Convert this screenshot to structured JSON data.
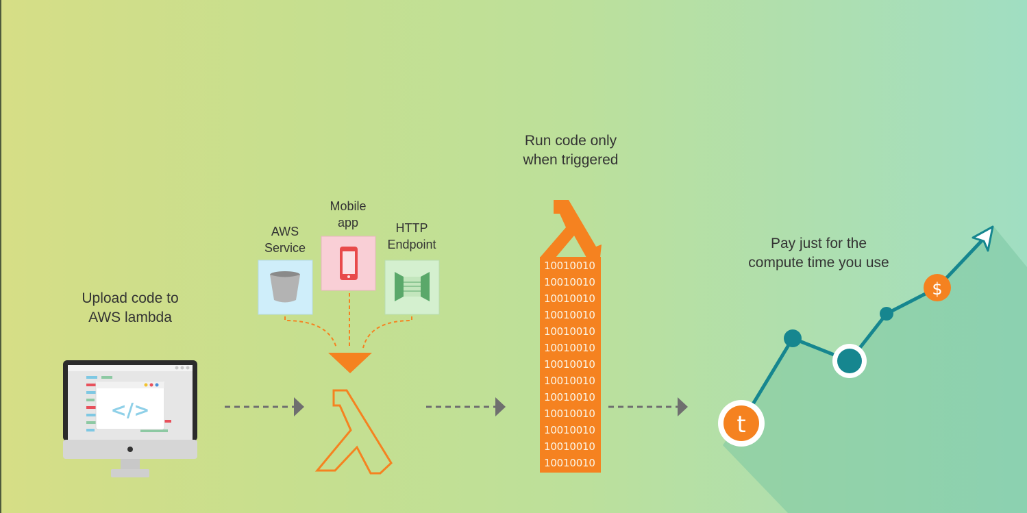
{
  "steps": {
    "upload": {
      "line1": "Upload code to",
      "line2": "AWS lambda"
    },
    "run": {
      "line1": "Run code only",
      "line2": "when triggered"
    },
    "pay": {
      "line1": "Pay just for the",
      "line2": "compute time you use"
    }
  },
  "triggers": {
    "aws_service": {
      "line1": "AWS",
      "line2": "Service"
    },
    "mobile_app": {
      "line1": "Mobile",
      "line2": "app"
    },
    "http_endpoint": {
      "line1": "HTTP",
      "line2": "Endpoint"
    }
  },
  "code_icon_text": "</>",
  "binary_rows": [
    "10010010",
    "10010010",
    "10010010",
    "10010010",
    "10010010",
    "10010010",
    "10010010",
    "10010010",
    "10010010",
    "10010010",
    "10010010",
    "10010010",
    "10010010"
  ],
  "chart_badges": {
    "time": "t",
    "cost": "$"
  },
  "colors": {
    "orange": "#f58220",
    "teal": "#16868f",
    "arrow_gray": "#6f6f6f",
    "text": "#333333"
  }
}
